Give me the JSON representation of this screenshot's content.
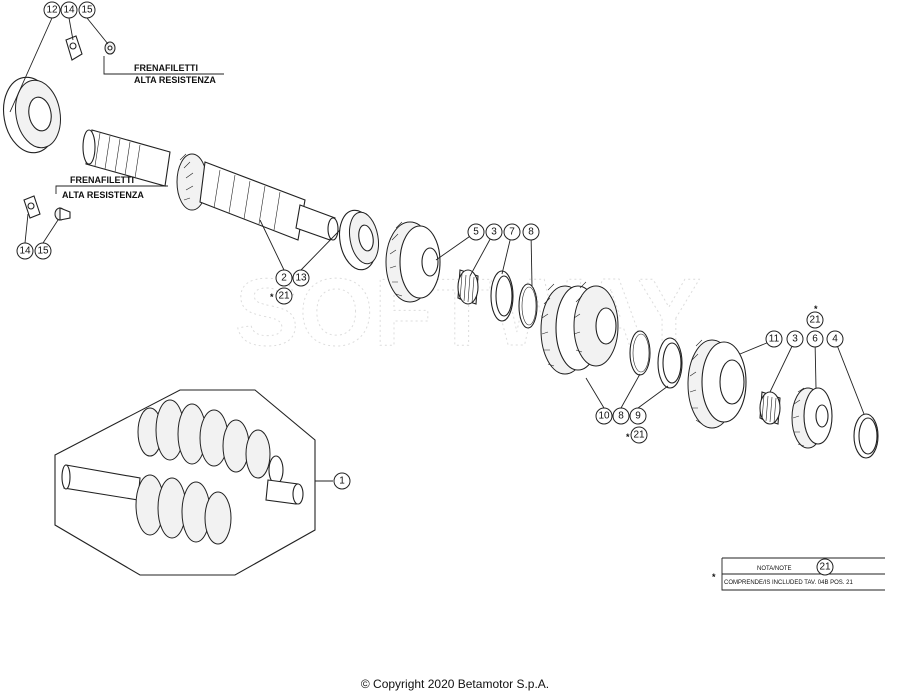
{
  "labels": {
    "threadlocker_top_1": "FRENAFILETTI",
    "threadlocker_top_2": "ALTA RESISTENZA",
    "threadlocker_left_1": "FRENAFILETTI",
    "threadlocker_left_2": "ALTA RESISTENZA"
  },
  "watermark": "SOFTWAY",
  "note": {
    "title": "NOTA/NOTE",
    "ref": "21",
    "line": "COMPRENDE/IS INCLUDED TAV. 04B POS. 21",
    "marker": "*"
  },
  "callouts": {
    "c12": "12",
    "c14a": "14",
    "c15a": "15",
    "c14b": "14",
    "c15b": "15",
    "c2": "2",
    "c13": "13",
    "c21a": "21",
    "c5a": "5",
    "c3a": "3",
    "c7": "7",
    "c8a": "8",
    "c10": "10",
    "c8b": "8",
    "c9": "9",
    "c21b": "21",
    "c21c": "21",
    "c11": "11",
    "c3b": "3",
    "c6": "6",
    "c4": "4",
    "c1": "1"
  },
  "copyright": "© Copyright 2020 Betamotor S.p.A."
}
